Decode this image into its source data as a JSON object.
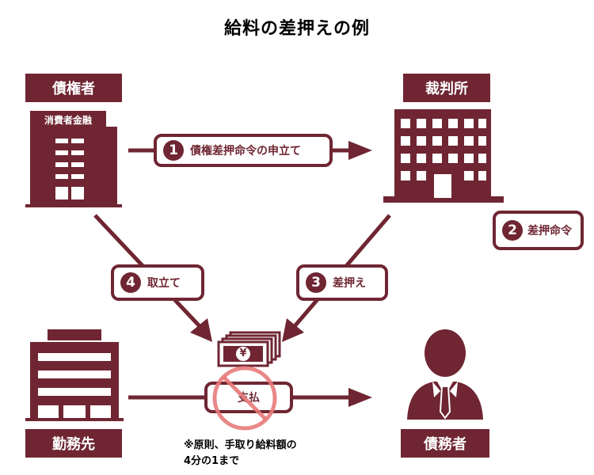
{
  "title": "給料の差押えの例",
  "labels": {
    "creditor": "債権者",
    "consumer_finance": "消費者金融",
    "court": "裁判所",
    "employer": "勤務先",
    "debtor": "債務者"
  },
  "steps": [
    {
      "num": "1",
      "text": "債権差押命令の申立て"
    },
    {
      "num": "2",
      "text": "差押命令"
    },
    {
      "num": "3",
      "text": "差押え"
    },
    {
      "num": "4",
      "text": "取立て"
    }
  ],
  "payment": {
    "label": "支払",
    "money_symbol": "¥"
  },
  "note": {
    "line1": "※原則、手取り給料額の",
    "line2": "4分の1まで"
  },
  "colors": {
    "brand": "#6f2632",
    "prohibit": "#e87a7a"
  }
}
